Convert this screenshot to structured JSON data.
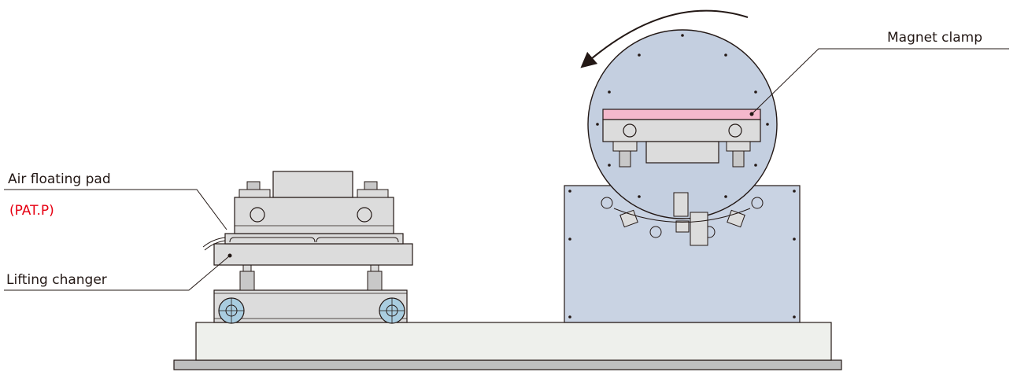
{
  "labels": {
    "magnet_clamp": "Magnet clamp",
    "air_floating_pad": "Air floating pad",
    "patent": "(PAT.P)",
    "lifting_changer": "Lifting changer"
  },
  "colors": {
    "line": "#231815",
    "metal": "#dcdcdc",
    "metal_dark": "#c8c8c8",
    "blue_body": "#c9d3e3",
    "blue_disc": "#c4cfe0",
    "magnet_pink": "#f4b8cc",
    "base": "#eef0ec",
    "base_plate": "#bfbfbf",
    "wheel": "#a9cde0",
    "patent_red": "#e60012"
  }
}
